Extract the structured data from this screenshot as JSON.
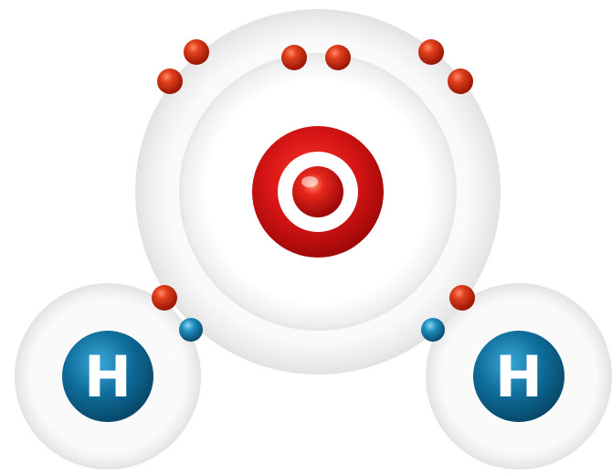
{
  "molecule": {
    "oxygen": {
      "nucleus_label": "O",
      "shells": 2,
      "colors": {
        "nucleus": "#cc1414",
        "electron": "#c8290f"
      }
    },
    "hydrogen_left": {
      "nucleus_label": "H",
      "colors": {
        "nucleus": "#0e6d9a",
        "electron": "#1178a8"
      }
    },
    "hydrogen_right": {
      "nucleus_label": "H",
      "colors": {
        "nucleus": "#0e6d9a",
        "electron": "#1178a8"
      }
    },
    "oxygen_outer_electrons": 8,
    "hydrogen_electrons_each": 1
  }
}
